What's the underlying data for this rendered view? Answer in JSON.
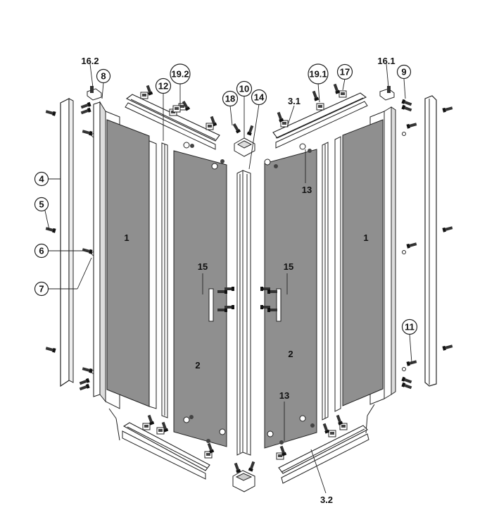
{
  "labels": {
    "l1_left": "1",
    "l1_right": "1",
    "l2_left": "2",
    "l2_right": "2",
    "l3_1": "3.1",
    "l3_2": "3.2",
    "l4": "4",
    "l5": "5",
    "l6": "6",
    "l7": "7",
    "l8": "8",
    "l9": "9",
    "l10": "10",
    "l11": "11",
    "l12": "12",
    "l13_top": "13",
    "l13_bottom": "13",
    "l14": "14",
    "l15_left": "15",
    "l15_right": "15",
    "l16_2": "16.2",
    "l16_1": "16.1",
    "l17": "17",
    "l18": "18",
    "l19_2": "19.2",
    "l19_1": "19.1"
  },
  "colors": {
    "glass": "#8f8f8f",
    "line": "#222222",
    "frame_fill": "#ffffff",
    "part_dark": "#333333"
  }
}
